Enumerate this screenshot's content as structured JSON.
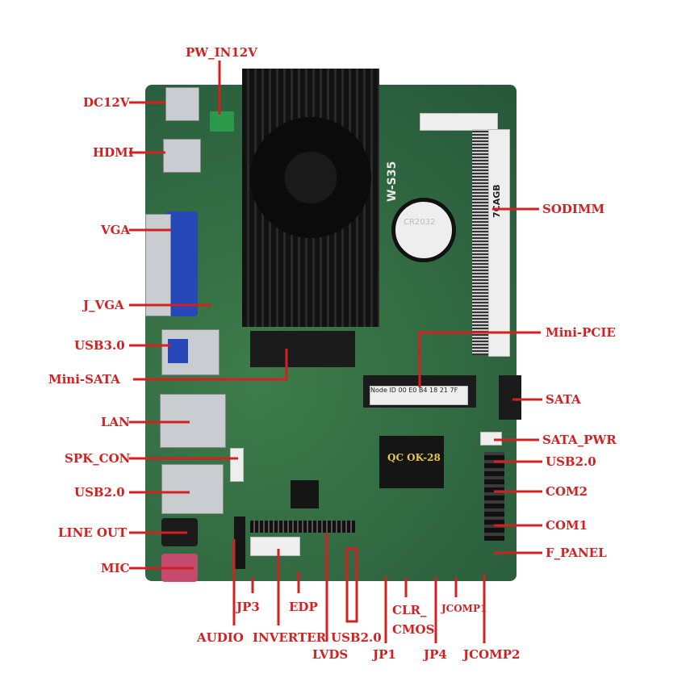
{
  "board_markings": {
    "model": "W-S35",
    "chip_sticker": "QC OK-28",
    "dimm_sticker": "7CAGB",
    "battery": "CR2032",
    "node_id": "Node ID",
    "mac": "00 E0 B4 18 21 7F"
  },
  "labels_left": {
    "dc12v": "DC12V",
    "hdmi": "HDMI",
    "vga": "VGA",
    "j_vga": "J_VGA",
    "usb3": "USB3.0",
    "mini_sata": "Mini-SATA",
    "lan": "LAN",
    "spk_con": "SPK_CON",
    "usb2": "USB2.0",
    "line_out": "LINE OUT",
    "mic": "MIC"
  },
  "labels_top": {
    "pw_in12v": "PW_IN12V"
  },
  "labels_right": {
    "sodimm": "SODIMM",
    "mini_pcie": "Mini-PCIE",
    "sata": "SATA",
    "sata_pwr": "SATA_PWR",
    "usb2": "USB2.0",
    "com2": "COM2",
    "com1": "COM1",
    "f_panel": "F_PANEL"
  },
  "labels_bottom": {
    "jp3": "JP3",
    "edp": "EDP",
    "audio": "AUDIO",
    "inverter": "INVERTER",
    "usb2": "USB2.0",
    "lvds": "LVDS",
    "jp1": "JP1",
    "clr_cmos_1": "CLR_",
    "clr_cmos_2": "CMOS",
    "jp4": "JP4",
    "jcomp1": "JCOMP1",
    "jcomp2": "JCOMP2"
  },
  "colors": {
    "label": "#d42020",
    "pcb": "#2f6b3d"
  }
}
